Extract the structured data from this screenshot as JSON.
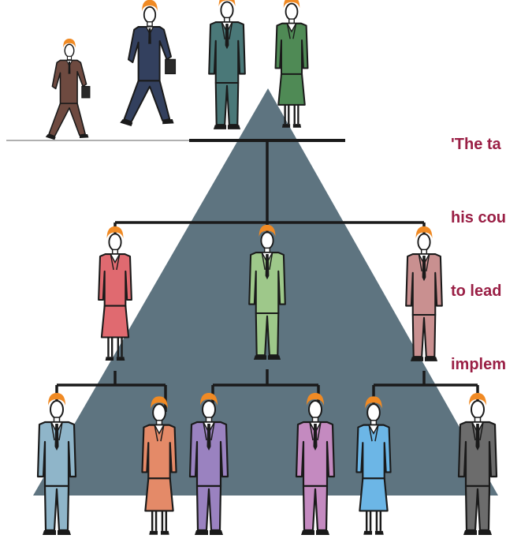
{
  "quote": {
    "lines": [
      "'The ta",
      "his cou",
      "to lead",
      "implem"
    ]
  },
  "colors": {
    "pyramid": "#5e7480",
    "quote_text": "#9a1f45",
    "outline": "#1a1a1a",
    "hair": "#f08a24",
    "skin": "#ffffff",
    "ground_line": "#b0b0b0"
  },
  "figures": [
    {
      "name": "walking-man-brown",
      "kind": "suit-walking",
      "color": "#6e4a40"
    },
    {
      "name": "walking-man-navy",
      "kind": "suit-walking",
      "color": "#33405e"
    },
    {
      "name": "top-man-teal",
      "kind": "suit",
      "color": "#4a7878"
    },
    {
      "name": "top-woman-green",
      "kind": "dress",
      "color": "#4f8a55"
    },
    {
      "name": "mid-woman-red",
      "kind": "dress",
      "color": "#e06a70"
    },
    {
      "name": "mid-man-green",
      "kind": "suit",
      "color": "#9ec88a"
    },
    {
      "name": "mid-man-rose",
      "kind": "suit",
      "color": "#c99090"
    },
    {
      "name": "bottom-man-blue",
      "kind": "suit",
      "color": "#8fb5c9"
    },
    {
      "name": "bottom-woman-orange",
      "kind": "dress",
      "color": "#e48a68"
    },
    {
      "name": "bottom-man-purple",
      "kind": "suit",
      "color": "#9a82c0"
    },
    {
      "name": "bottom-man-violet",
      "kind": "suit",
      "color": "#c48ac0"
    },
    {
      "name": "bottom-woman-skyblue",
      "kind": "dress",
      "color": "#6cb6e6"
    },
    {
      "name": "bottom-man-gray",
      "kind": "suit",
      "color": "#6c6c6c"
    }
  ]
}
